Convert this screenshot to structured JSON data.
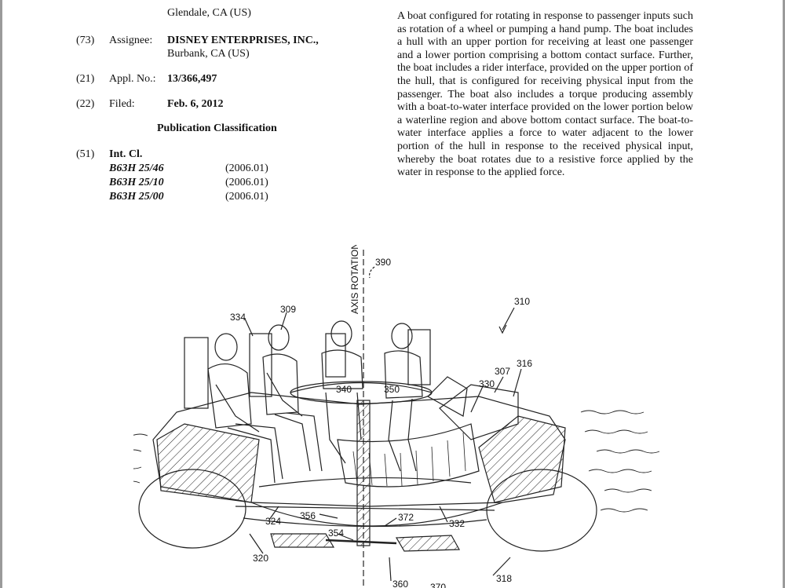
{
  "header_fragment": {
    "line_cut": "Glendale, CA (US)"
  },
  "assignee": {
    "code": "(73)",
    "label": "Assignee:",
    "name": "DISNEY ENTERPRISES, INC.,",
    "location": "Burbank, CA (US)"
  },
  "application": {
    "code": "(21)",
    "label": "Appl. No.:",
    "number": "13/366,497"
  },
  "filed": {
    "code": "(22)",
    "label": "Filed:",
    "date": "Feb. 6, 2012"
  },
  "publication_classification": "Publication Classification",
  "int_cl": {
    "code": "(51)",
    "label": "Int. Cl.",
    "classes": [
      {
        "code": "B63H 25/46",
        "year": "(2006.01)"
      },
      {
        "code": "B63H 25/10",
        "year": "(2006.01)"
      },
      {
        "code": "B63H 25/00",
        "year": "(2006.01)"
      }
    ]
  },
  "abstract": "A boat configured for rotating in response to passenger inputs such as rotation of a wheel or pumping a hand pump. The boat includes a hull with an upper portion for receiving at least one passenger and a lower portion comprising a bottom contact surface. Further, the boat includes a rider interface, provided on the upper portion of the hull, that is configured for receiving physical input from the passenger. The boat also includes a torque producing assembly with a boat-to-water interface provided on the lower portion below a waterline region and above bottom contact surface. The boat-to-water interface applies a force to water adjacent to the lower portion of the hull in response to the received physical input, whereby the boat rotates due to a resistive force applied by the water in response to the applied force.",
  "figure": {
    "axis_label": "AXIS ROTATION",
    "refs": {
      "r390": "390",
      "r310": "310",
      "r334": "334",
      "r309": "309",
      "r316": "316",
      "r307": "307",
      "r330": "330",
      "r340": "340",
      "r350": "350",
      "r356": "356",
      "r372": "372",
      "r324": "324",
      "r332": "332",
      "r354": "354",
      "r320": "320",
      "r318": "318",
      "r360": "360",
      "r370": "370"
    }
  }
}
